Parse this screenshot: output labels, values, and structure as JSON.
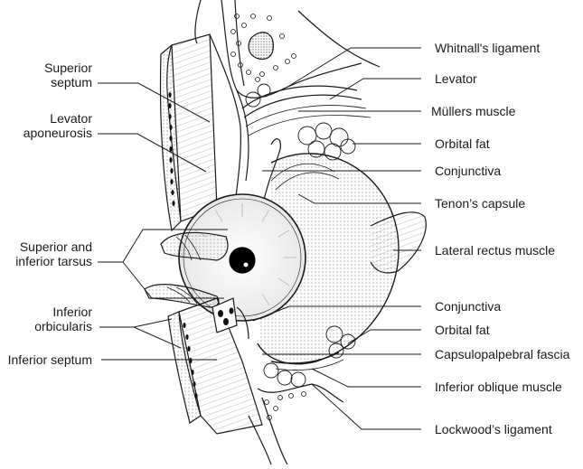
{
  "figure": {
    "title": "Eyelid and orbit anatomy (sagittal cutaway)",
    "left_labels": [
      {
        "id": "superior-septum",
        "lines": [
          "Superior",
          "septum"
        ]
      },
      {
        "id": "levator-aponeurosis",
        "lines": [
          "Levator",
          "aponeurosis"
        ]
      },
      {
        "id": "superior-inferior-tarsus",
        "lines": [
          "Superior and",
          "inferior tarsus"
        ]
      },
      {
        "id": "inferior-orbicularis",
        "lines": [
          "Inferior",
          "orbicularis"
        ]
      },
      {
        "id": "inferior-septum",
        "lines": [
          "Inferior septum"
        ]
      }
    ],
    "right_labels": [
      {
        "id": "whitnalls-ligament",
        "text": "Whitnall's ligament"
      },
      {
        "id": "levator",
        "text": "Levator"
      },
      {
        "id": "mullers-muscle",
        "text": "Müllers muscle"
      },
      {
        "id": "orbital-fat-upper",
        "text": "Orbital fat"
      },
      {
        "id": "conjunctiva-upper",
        "text": "Conjunctiva"
      },
      {
        "id": "tenons-capsule",
        "text": "Tenon’s capsule"
      },
      {
        "id": "lateral-rectus-muscle",
        "text": "Lateral rectus muscle"
      },
      {
        "id": "conjunctiva-lower",
        "text": "Conjunctiva"
      },
      {
        "id": "orbital-fat-lower",
        "text": "Orbital fat"
      },
      {
        "id": "capsulopalpebral-fascia",
        "text": "Capsulopalpebral fascia"
      },
      {
        "id": "inferior-oblique-muscle",
        "text": "Inferior oblique muscle"
      },
      {
        "id": "lockwoods-ligament",
        "text": "Lockwood’s ligament"
      }
    ]
  },
  "colors": {
    "line": "#1a1a1a",
    "stipple": "#555555",
    "background": "#ffffff"
  }
}
